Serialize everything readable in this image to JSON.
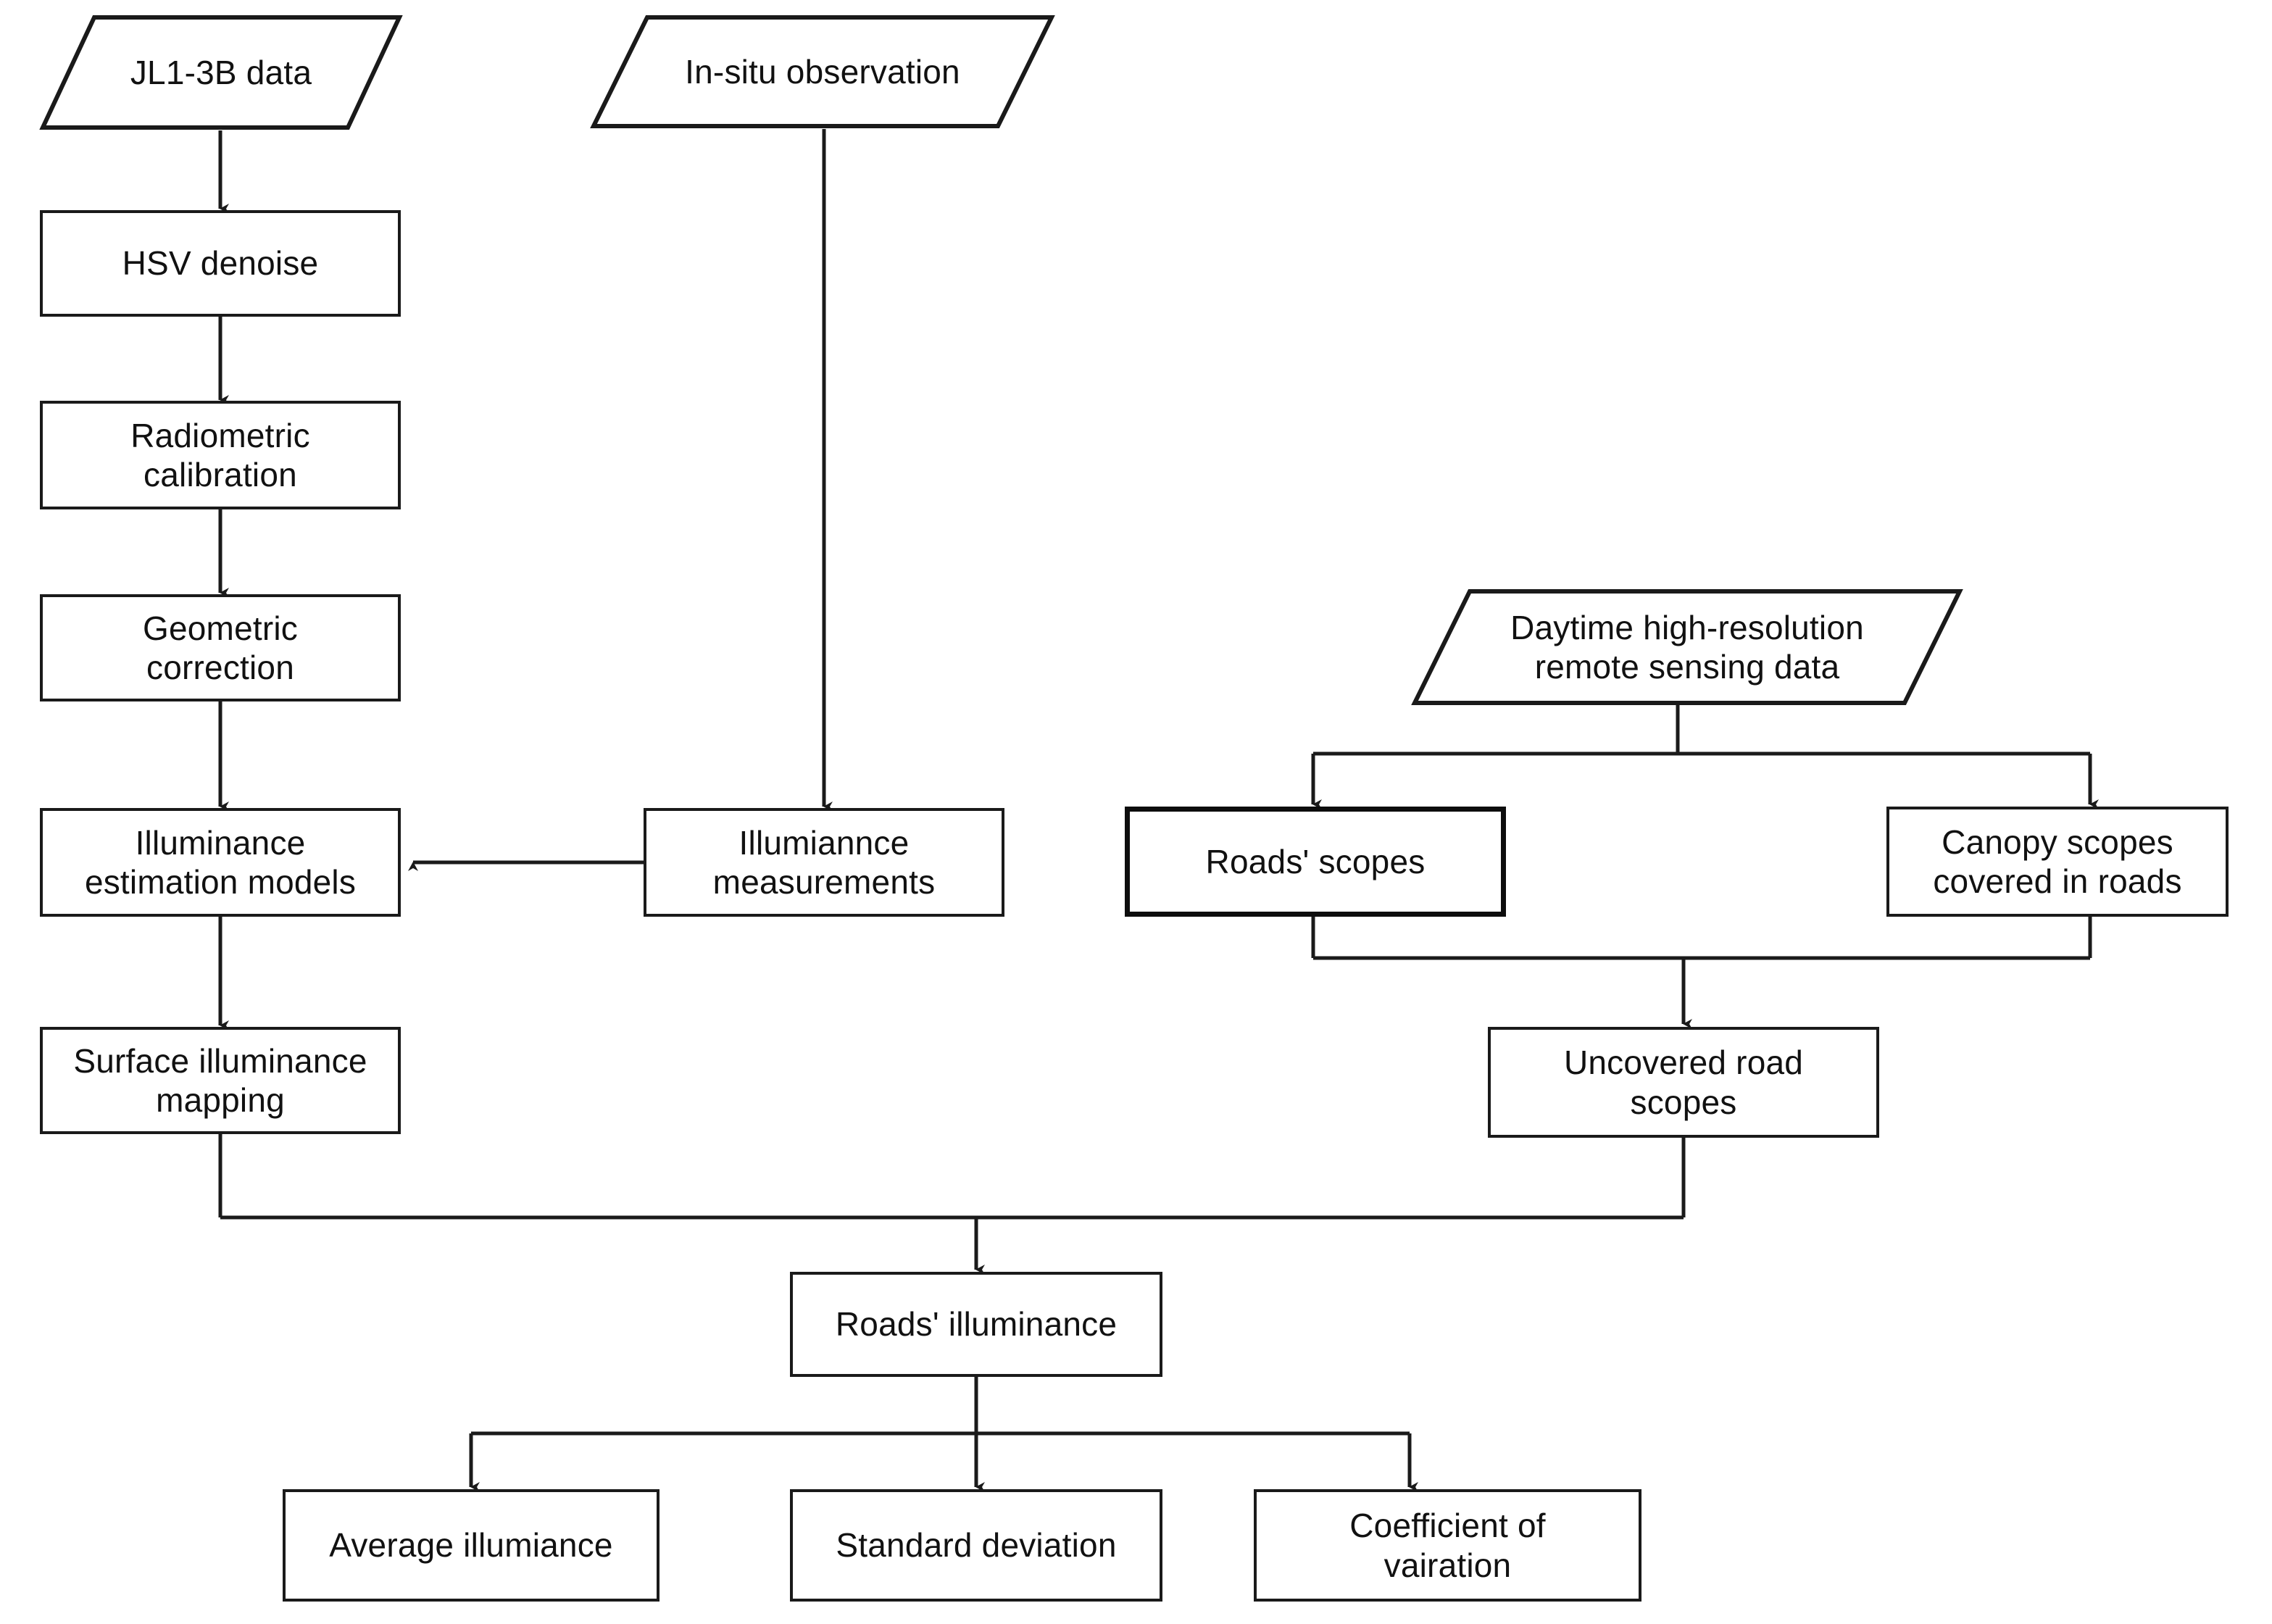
{
  "diagram": {
    "title": "Illuminance estimation workflow flowchart",
    "line_color": "#1a1a1a",
    "text_color": "#111111",
    "background": "#ffffff",
    "nodes": [
      {
        "id": "jl1_3b_data",
        "label": "JL1-3B data",
        "shape": "parallelogram"
      },
      {
        "id": "in_situ_observation",
        "label": "In-situ observation",
        "shape": "parallelogram"
      },
      {
        "id": "daytime_remote_sensing",
        "label": "Daytime high-resolution\nremote sensing data",
        "shape": "parallelogram"
      },
      {
        "id": "hsv_denoise",
        "label": "HSV denoise",
        "shape": "rect"
      },
      {
        "id": "radiometric_calibration",
        "label": "Radiometric\ncalibration",
        "shape": "rect"
      },
      {
        "id": "geometric_correction",
        "label": "Geometric\ncorrection",
        "shape": "rect"
      },
      {
        "id": "illuminance_models",
        "label": "Illuminance\nestimation models",
        "shape": "rect"
      },
      {
        "id": "illuminance_measurements",
        "label": "Illumiannce\nmeasurements",
        "shape": "rect"
      },
      {
        "id": "roads_scopes",
        "label": "Roads' scopes",
        "shape": "rect-bold"
      },
      {
        "id": "canopy_scopes",
        "label": "Canopy scopes\ncovered in roads",
        "shape": "rect"
      },
      {
        "id": "surface_illuminance_mapping",
        "label": "Surface illuminance\nmapping",
        "shape": "rect"
      },
      {
        "id": "uncovered_road_scopes",
        "label": "Uncovered road\nscopes",
        "shape": "rect"
      },
      {
        "id": "roads_illuminance",
        "label": "Roads' illuminance",
        "shape": "rect"
      },
      {
        "id": "average_illumiance",
        "label": "Average illumiance",
        "shape": "rect"
      },
      {
        "id": "standard_deviation",
        "label": "Standard deviation",
        "shape": "rect"
      },
      {
        "id": "coefficient_of_vairation",
        "label": "Coefficient of\nvairation",
        "shape": "rect"
      }
    ],
    "edges": [
      {
        "from": "jl1_3b_data",
        "to": "hsv_denoise"
      },
      {
        "from": "hsv_denoise",
        "to": "radiometric_calibration"
      },
      {
        "from": "radiometric_calibration",
        "to": "geometric_correction"
      },
      {
        "from": "geometric_correction",
        "to": "illuminance_models"
      },
      {
        "from": "in_situ_observation",
        "to": "illuminance_measurements"
      },
      {
        "from": "illuminance_measurements",
        "to": "illuminance_models"
      },
      {
        "from": "illuminance_models",
        "to": "surface_illuminance_mapping"
      },
      {
        "from": "daytime_remote_sensing",
        "to": "roads_scopes"
      },
      {
        "from": "daytime_remote_sensing",
        "to": "canopy_scopes"
      },
      {
        "from": "roads_scopes",
        "to": "uncovered_road_scopes"
      },
      {
        "from": "canopy_scopes",
        "to": "uncovered_road_scopes"
      },
      {
        "from": "surface_illuminance_mapping",
        "to": "roads_illuminance"
      },
      {
        "from": "uncovered_road_scopes",
        "to": "roads_illuminance"
      },
      {
        "from": "roads_illuminance",
        "to": "average_illumiance"
      },
      {
        "from": "roads_illuminance",
        "to": "standard_deviation"
      },
      {
        "from": "roads_illuminance",
        "to": "coefficient_of_vairation"
      }
    ]
  }
}
